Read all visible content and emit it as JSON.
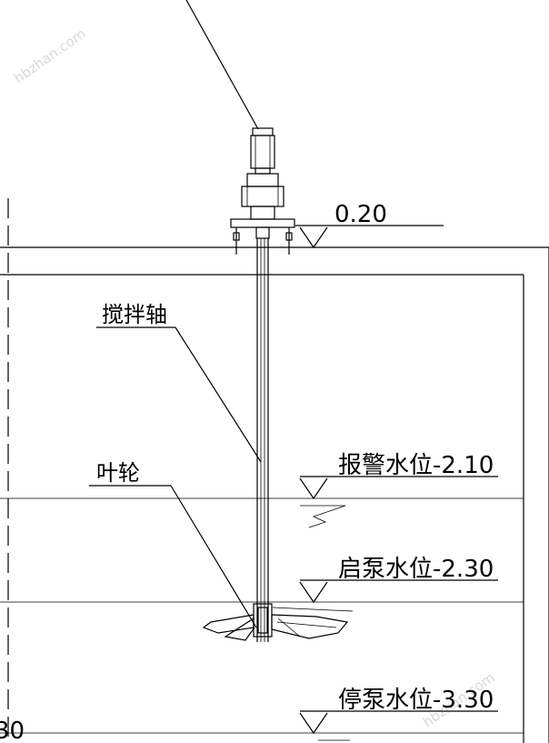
{
  "labels": {
    "elevation_top": "0.20",
    "shaft": "搅拌轴",
    "impeller": "叶轮",
    "alarm_level": "报警水位-2.10",
    "start_pump_level": "启泵水位-2.30",
    "stop_pump_level": "停泵水位-3.30",
    "partial_left": "30"
  },
  "watermark": "hbzhan.com"
}
